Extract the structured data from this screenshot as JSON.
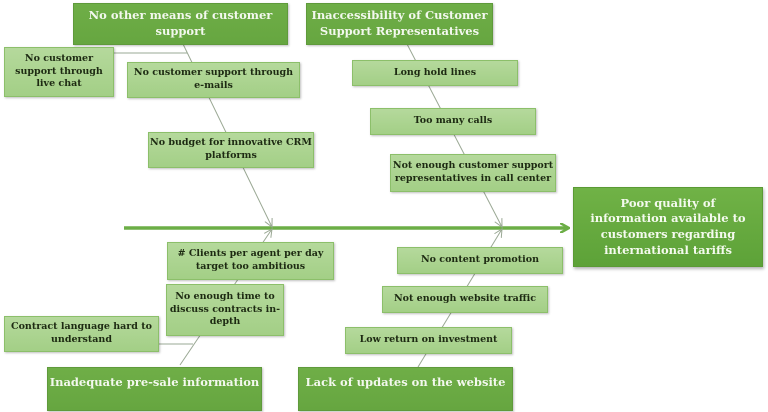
{
  "effect": {
    "label": "Poor quality of information available to customers regarding international tariffs"
  },
  "categories": [
    {
      "label": "No other means of customer support",
      "causes": [
        "No customer support through live chat",
        "No customer support through e-mails",
        "No budget for innovative CRM platforms"
      ]
    },
    {
      "label": "Inaccessibility of Customer Support Representatives",
      "causes": [
        "Long hold lines",
        "Too many calls",
        "Not enough customer support representatives in call center"
      ]
    },
    {
      "label": "Inadequate pre-sale information",
      "causes": [
        "# Clients per agent per day target too ambitious",
        "No enough time to discuss contracts in-depth",
        "Contract language hard to understand"
      ]
    },
    {
      "label": "Lack of updates on the website",
      "causes": [
        "No content promotion",
        "Not enough website traffic",
        "Low return on investment"
      ]
    }
  ],
  "colors": {
    "category": "#6aaa43",
    "cause": "#aad28f",
    "spine": "#6cae46",
    "bone": "#9aa894"
  }
}
